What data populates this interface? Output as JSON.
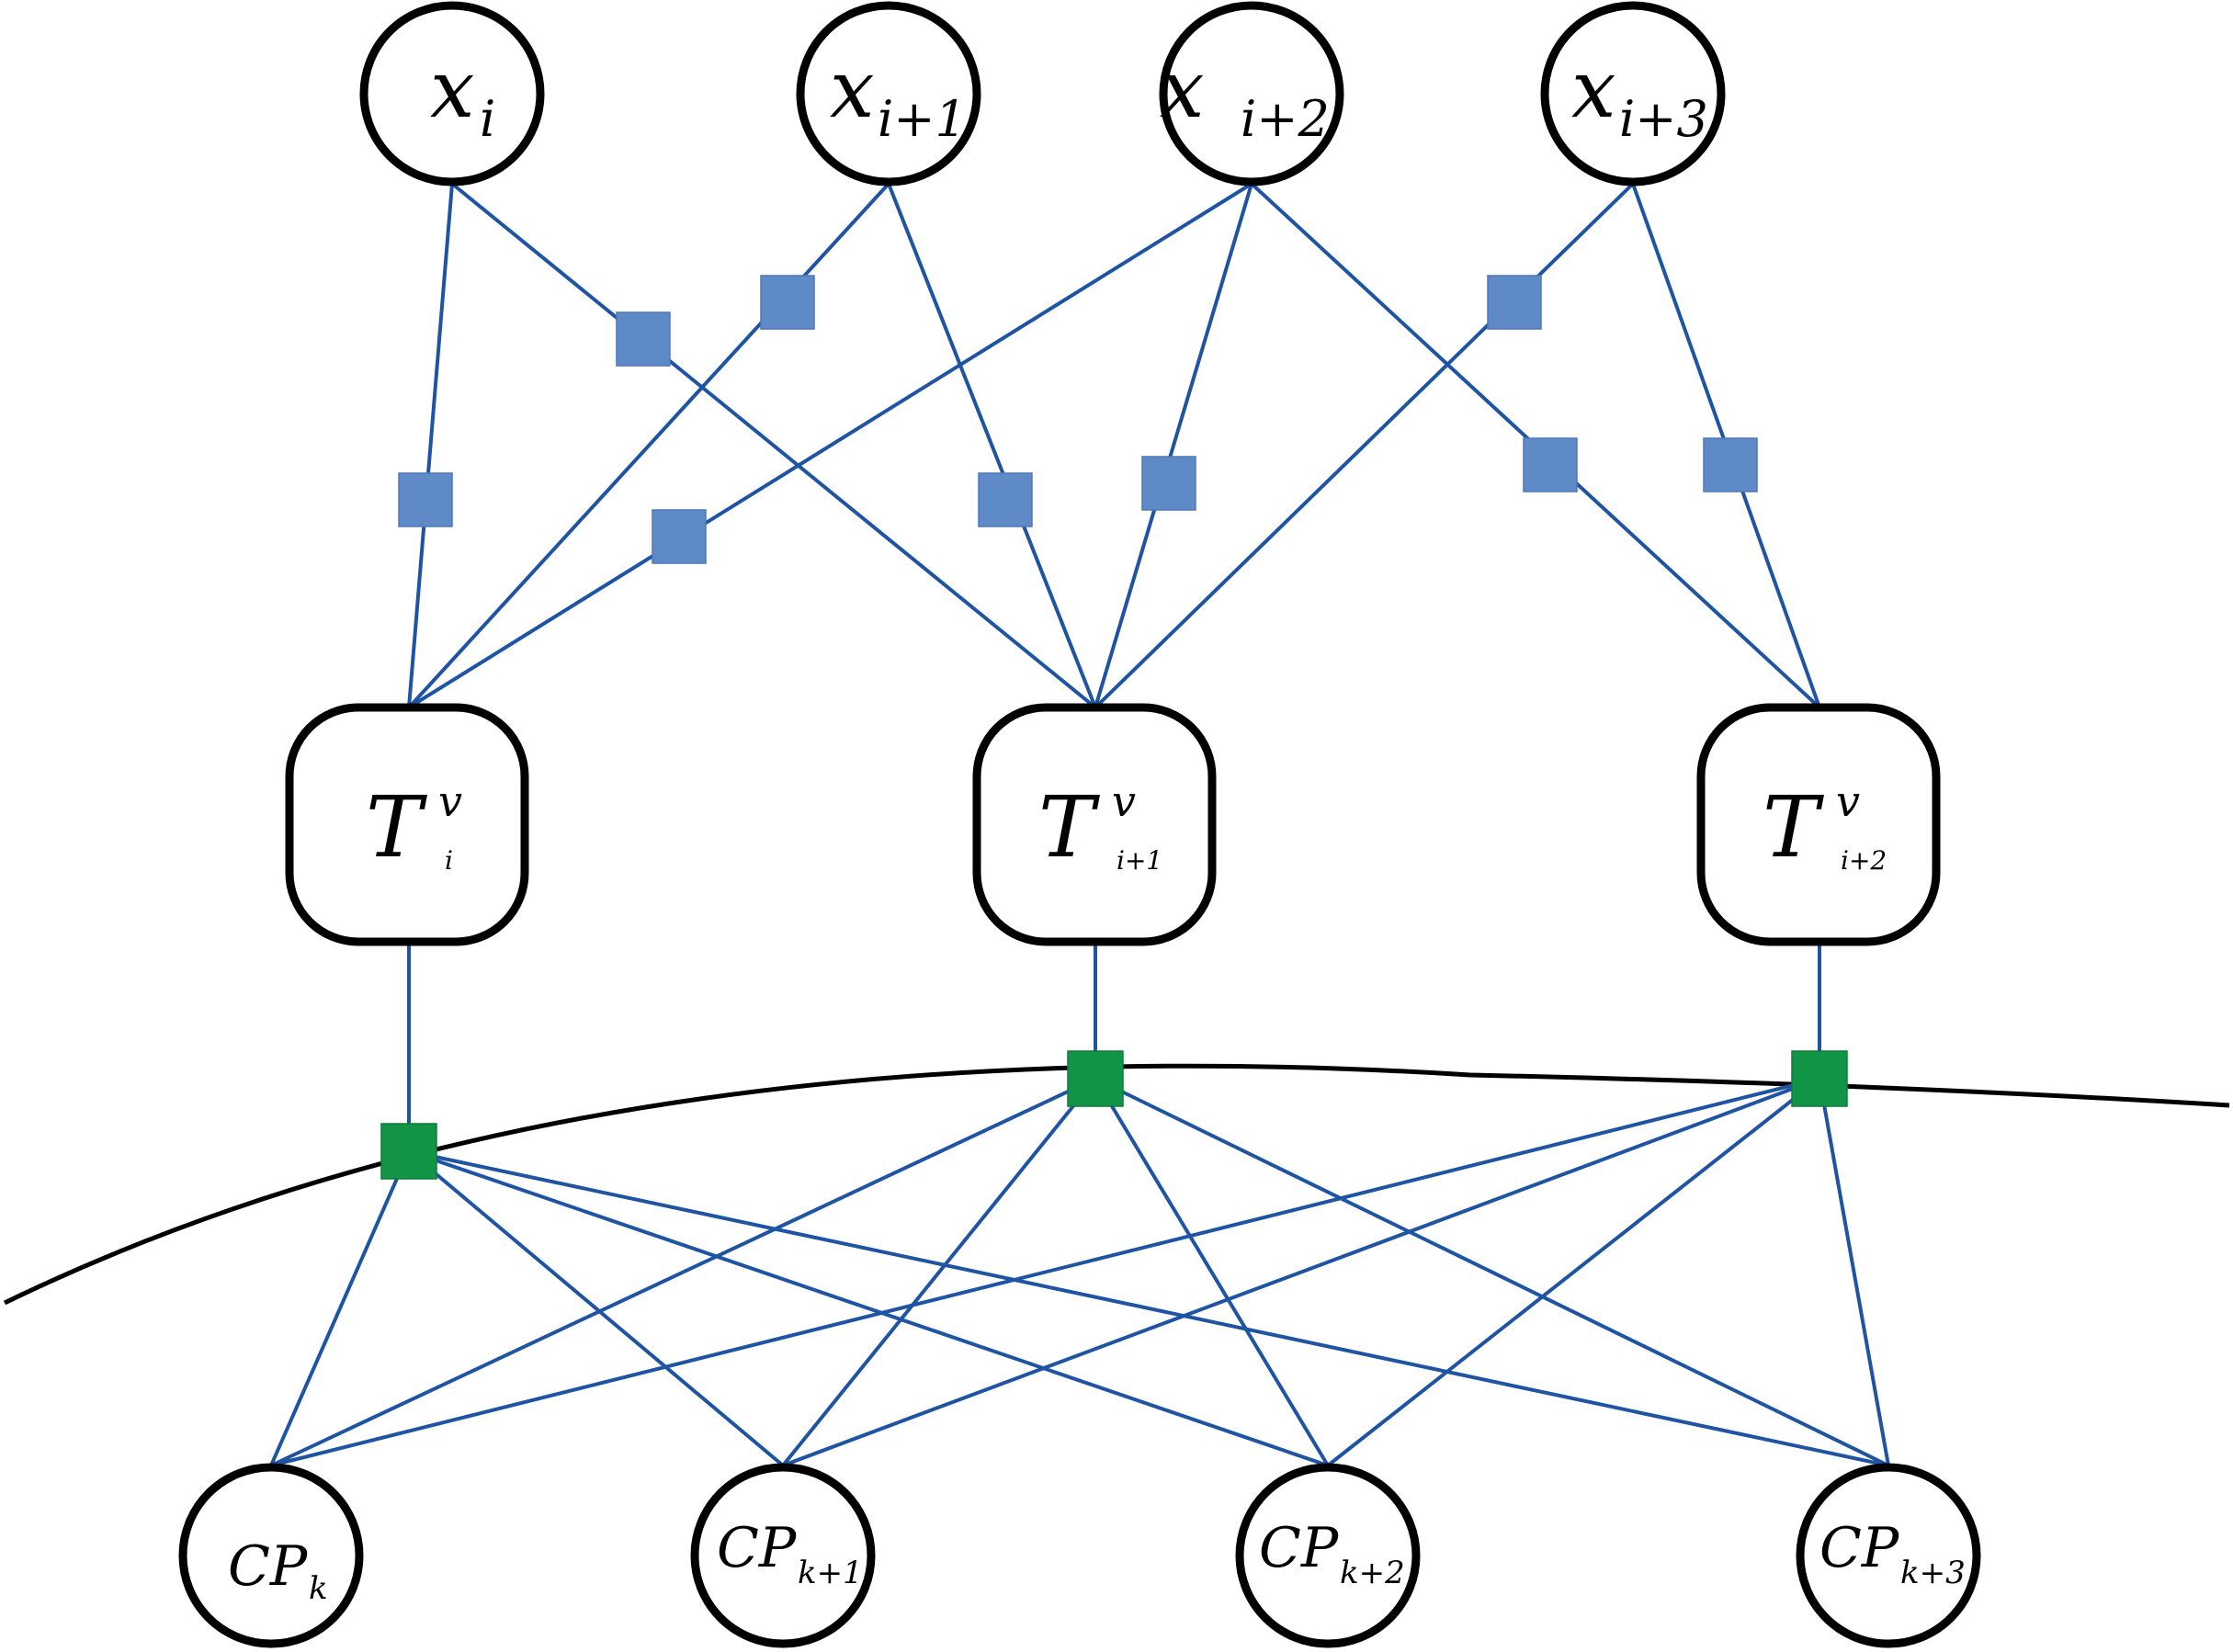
{
  "colors": {
    "edge": "#1f54a3",
    "factor_blue": "#5e8ac7",
    "factor_green": "#129447",
    "node_stroke": "#000000"
  },
  "nodes": {
    "x": [
      {
        "main": "x",
        "sub": "i"
      },
      {
        "main": "x",
        "sub": "i+1"
      },
      {
        "main": "x",
        "sub": "i+2"
      },
      {
        "main": "x",
        "sub": "i+3"
      }
    ],
    "t": [
      {
        "main": "T",
        "sup": "v",
        "sub": "i"
      },
      {
        "main": "T",
        "sup": "v",
        "sub": "i+1"
      },
      {
        "main": "T",
        "sup": "v",
        "sub": "i+2"
      }
    ],
    "cp": [
      {
        "main": "CP",
        "sub": "k"
      },
      {
        "main": "CP",
        "sub": "k+1"
      },
      {
        "main": "CP",
        "sub": "k+2"
      },
      {
        "main": "CP",
        "sub": "k+3"
      }
    ]
  }
}
